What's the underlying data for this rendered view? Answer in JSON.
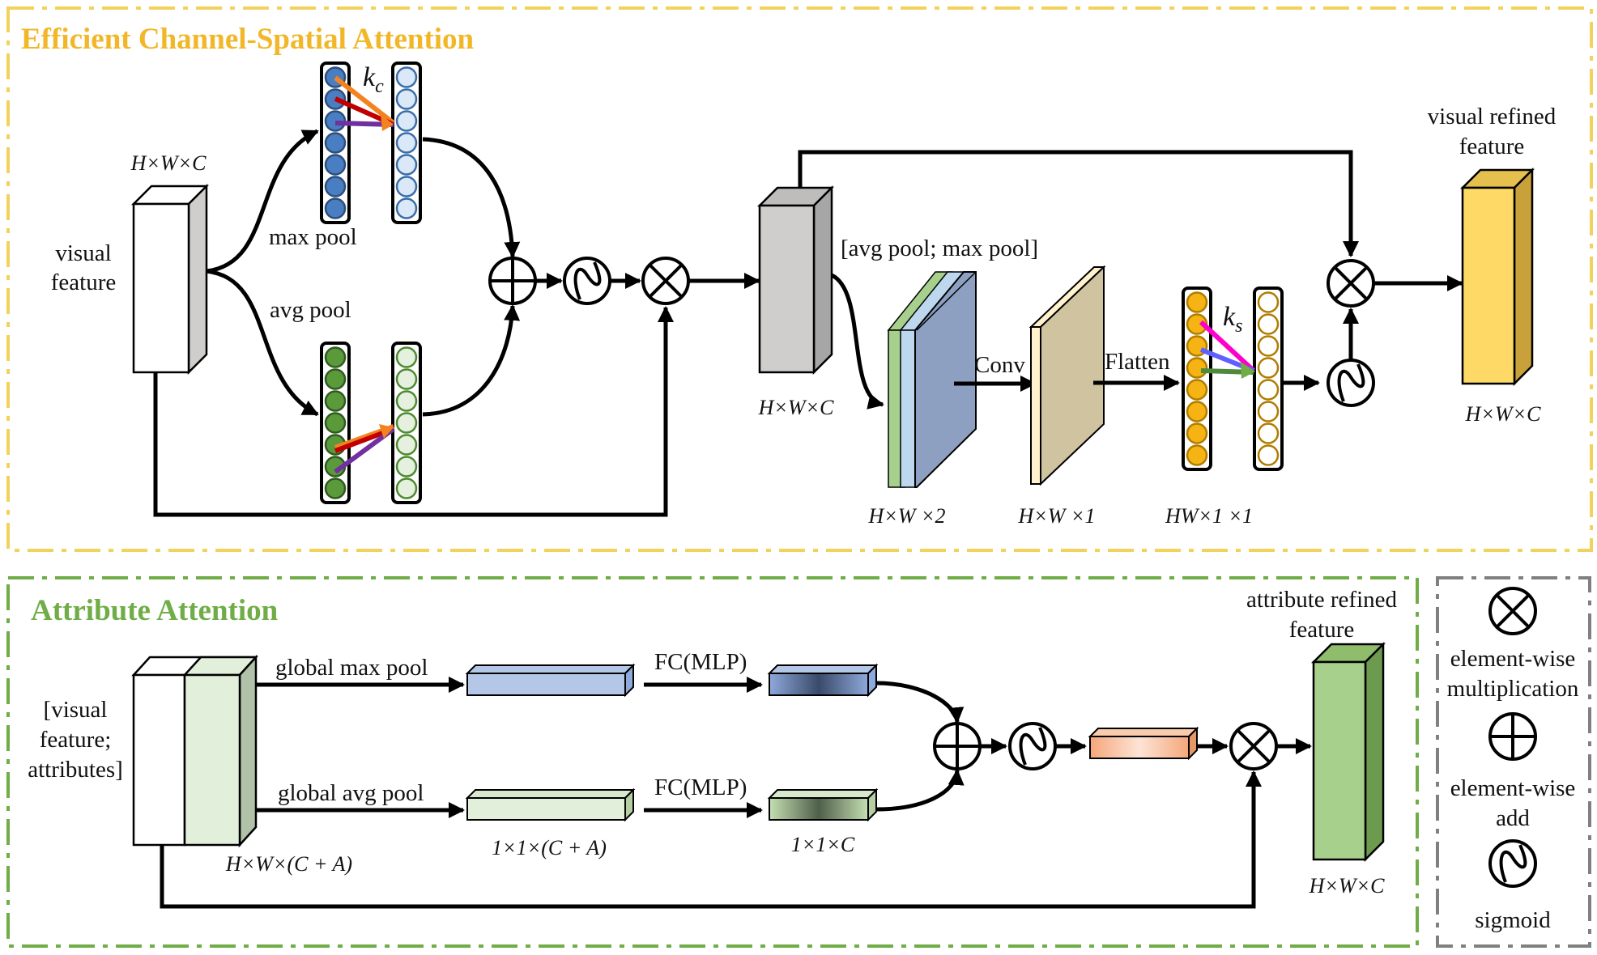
{
  "colors": {
    "ecsa_border": "#f2d25c",
    "ecsa_title": "#f1b728",
    "attr_border": "#70ad47",
    "attr_title": "#70ad47",
    "legend_border": "#808080",
    "blue_dot": "#4a7ec2",
    "green_dot": "#5a9a3a",
    "yellow_dot": "#f5b413",
    "pale_blue_dot": "#dbe8f7",
    "pale_green_dot": "#e5f1de",
    "pale_yellow_dot": "#ffffff",
    "gray_cube": "#d0cecd",
    "yellow_cube": "#fed966",
    "green_cube": "#a8d08d",
    "slate_map": "#8da0c1",
    "tan_map": "#cfc3a0"
  },
  "ecsa": {
    "title": "Efficient Channel-Spatial Attention",
    "input_label_line1": "visual",
    "input_label_line2": "feature",
    "input_dims": "H×W×C",
    "max_pool_label": "max pool",
    "avg_pool_label": "avg pool",
    "kernel_c": "k",
    "kernel_c_sub": "c",
    "concat_label": "[avg pool; max pool]",
    "mid_dims": "H×W×C",
    "map2_dims": "H×W ×2",
    "conv_label": "Conv",
    "map1_dims": "H×W ×1",
    "flatten_label": "Flatten",
    "kernel_s": "k",
    "kernel_s_sub": "s",
    "vec_dims": "HW×1 ×1",
    "output_label_line1": "visual refined",
    "output_label_line2": "feature",
    "output_dims": "H×W×C"
  },
  "attr": {
    "title": "Attribute Attention",
    "input_label_line1": "[visual",
    "input_label_line2": "feature;",
    "input_label_line3": "attributes]",
    "input_dims": "H×W×(C + A)",
    "gmp_label": "global max pool",
    "gap_label": "global avg pool",
    "fc_top_label": "FC(MLP)",
    "fc_bottom_label": "FC(MLP)",
    "pooled_dims": "1×1×(C + A)",
    "fc_dims": "1×1×C",
    "output_label_line1": "attribute refined",
    "output_label_line2": "feature",
    "output_dims": "H×W×C"
  },
  "legend": {
    "mult_line1": "element-wise",
    "mult_line2": "multiplication",
    "add_line1": "element-wise",
    "add_line2": "add",
    "sigmoid_label": "sigmoid"
  }
}
